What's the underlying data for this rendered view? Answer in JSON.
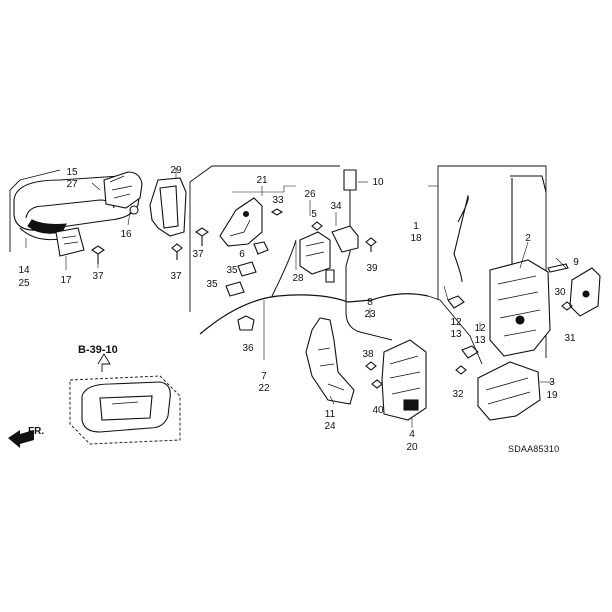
{
  "diagram_code": "SDAA85310",
  "reference": "B-39-10",
  "direction": "FR.",
  "callouts": [
    {
      "id": "c15",
      "text": "15"
    },
    {
      "id": "c27",
      "text": "27"
    },
    {
      "id": "c16",
      "text": "16"
    },
    {
      "id": "c14",
      "text": "14"
    },
    {
      "id": "c25",
      "text": "25"
    },
    {
      "id": "c17",
      "text": "17"
    },
    {
      "id": "c37a",
      "text": "37"
    },
    {
      "id": "c29",
      "text": "29"
    },
    {
      "id": "c37b",
      "text": "37"
    },
    {
      "id": "c37c",
      "text": "37"
    },
    {
      "id": "c21",
      "text": "21"
    },
    {
      "id": "c33",
      "text": "33"
    },
    {
      "id": "c26",
      "text": "26"
    },
    {
      "id": "c5",
      "text": "5"
    },
    {
      "id": "c34",
      "text": "34"
    },
    {
      "id": "c10",
      "text": "10"
    },
    {
      "id": "c6",
      "text": "6"
    },
    {
      "id": "c35a",
      "text": "35"
    },
    {
      "id": "c35b",
      "text": "35"
    },
    {
      "id": "c28",
      "text": "28"
    },
    {
      "id": "c39",
      "text": "39"
    },
    {
      "id": "c36",
      "text": "36"
    },
    {
      "id": "c7",
      "text": "7"
    },
    {
      "id": "c22",
      "text": "22"
    },
    {
      "id": "c8",
      "text": "8"
    },
    {
      "id": "c23",
      "text": "23"
    },
    {
      "id": "c11",
      "text": "11"
    },
    {
      "id": "c24",
      "text": "24"
    },
    {
      "id": "c38",
      "text": "38"
    },
    {
      "id": "c40",
      "text": "40"
    },
    {
      "id": "c4",
      "text": "4"
    },
    {
      "id": "c20",
      "text": "20"
    },
    {
      "id": "c1",
      "text": "1"
    },
    {
      "id": "c18",
      "text": "18"
    },
    {
      "id": "c2",
      "text": "2"
    },
    {
      "id": "c12a",
      "text": "12"
    },
    {
      "id": "c13a",
      "text": "13"
    },
    {
      "id": "c12b",
      "text": "12"
    },
    {
      "id": "c13b",
      "text": "13"
    },
    {
      "id": "c9",
      "text": "9"
    },
    {
      "id": "c30",
      "text": "30"
    },
    {
      "id": "c31",
      "text": "31"
    },
    {
      "id": "c3",
      "text": "3"
    },
    {
      "id": "c19",
      "text": "19"
    },
    {
      "id": "c32",
      "text": "32"
    }
  ]
}
